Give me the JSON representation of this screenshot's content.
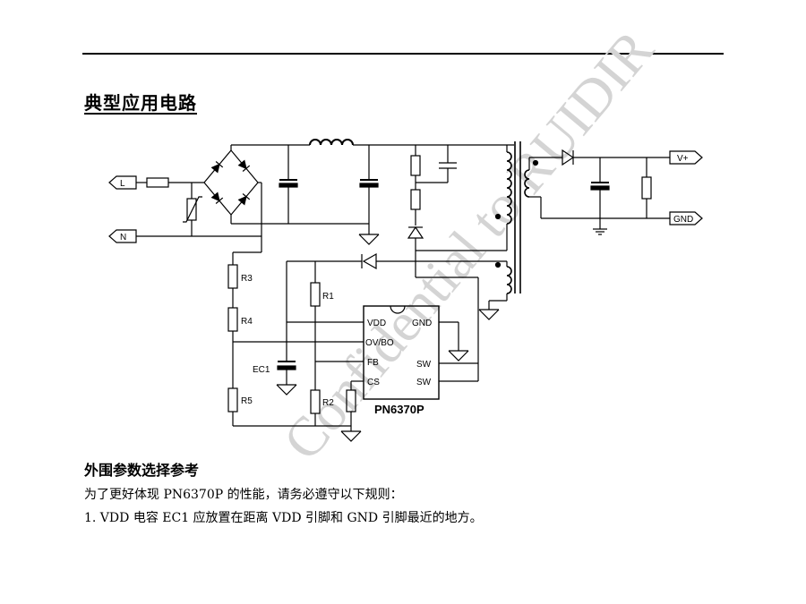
{
  "section_title": "典型应用电路",
  "watermark": "Confidential to RUIDIR",
  "circuit": {
    "ports": {
      "line": "L",
      "neutral": "N",
      "vout_pos": "V+",
      "vout_gnd": "GND"
    },
    "resistors": {
      "r1": "R1",
      "r2": "R2",
      "r3": "R3",
      "r4": "R4",
      "r5": "R5"
    },
    "capacitor_ec1": "EC1",
    "ic": {
      "part_number": "PN6370P",
      "pins": {
        "vdd": "VDD",
        "ovbo": "OV/BO",
        "fb": "FB",
        "cs": "CS",
        "gnd": "GND",
        "sw1": "SW",
        "sw2": "SW"
      }
    }
  },
  "peripheral_section": {
    "title": "外围参数选择参考",
    "intro": "为了更好体现 PN6370P 的性能，请务必遵守以下规则：",
    "rule_1": "1. VDD 电容 EC1 应放置在距离 VDD 引脚和 GND 引脚最近的地方。"
  }
}
